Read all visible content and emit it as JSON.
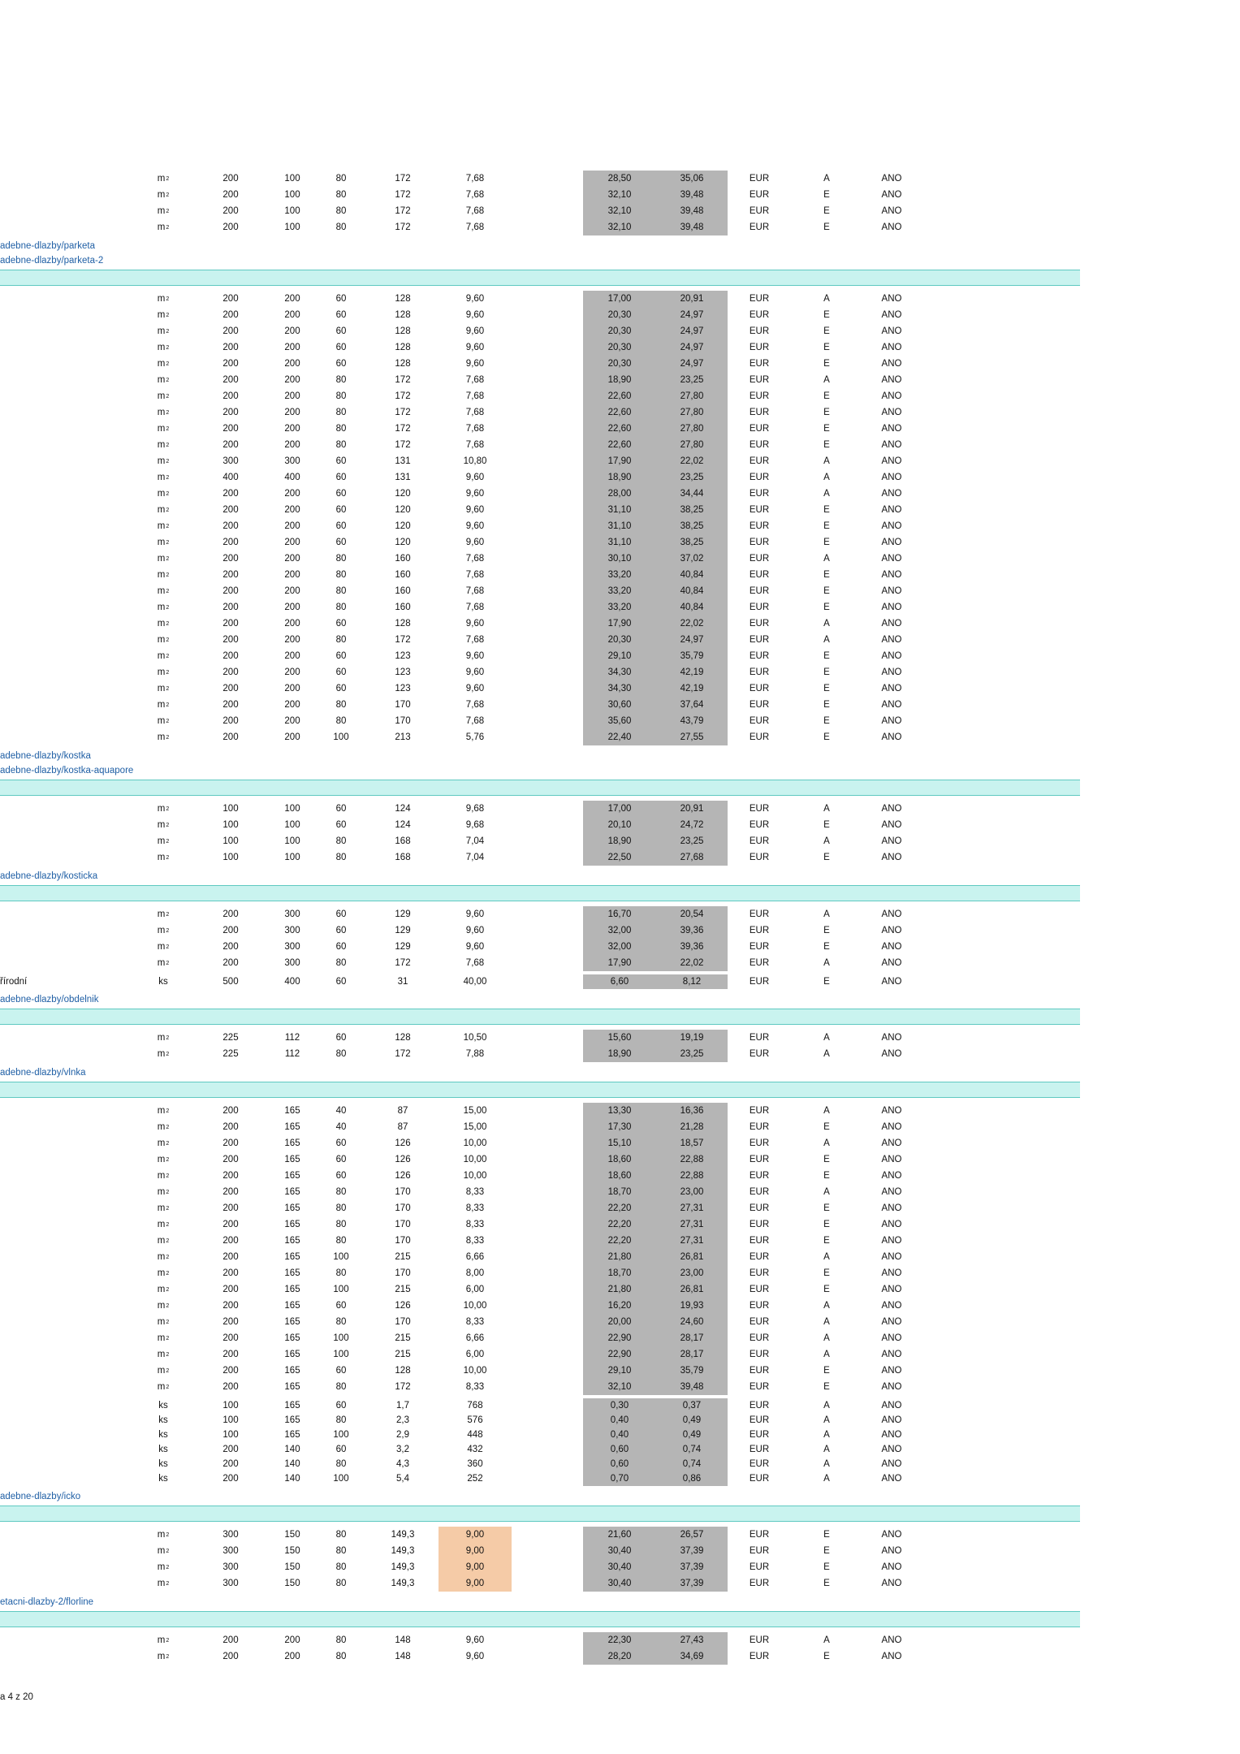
{
  "theme": {
    "band_fill": "#c9f3ef",
    "band_line": "#5fc9c1",
    "price_fill": "#b5b5b5",
    "highlight_fill": "#f5cba7",
    "link_color": "#1f5fa5"
  },
  "groups": [
    {
      "rows": [
        [
          "m2",
          "200",
          "100",
          "80",
          "172",
          "7,68",
          "28,50",
          "35,06",
          "EUR",
          "A",
          "ANO"
        ],
        [
          "m2",
          "200",
          "100",
          "80",
          "172",
          "7,68",
          "32,10",
          "39,48",
          "EUR",
          "E",
          "ANO"
        ],
        [
          "m2",
          "200",
          "100",
          "80",
          "172",
          "7,68",
          "32,10",
          "39,48",
          "EUR",
          "E",
          "ANO"
        ],
        [
          "m2",
          "200",
          "100",
          "80",
          "172",
          "7,68",
          "32,10",
          "39,48",
          "EUR",
          "E",
          "ANO"
        ]
      ]
    },
    {
      "links": [
        "adebne-dlazby/parketa",
        "adebne-dlazby/parketa-2"
      ],
      "band": true,
      "rows": [
        [
          "m2",
          "200",
          "200",
          "60",
          "128",
          "9,60",
          "17,00",
          "20,91",
          "EUR",
          "A",
          "ANO"
        ],
        [
          "m2",
          "200",
          "200",
          "60",
          "128",
          "9,60",
          "20,30",
          "24,97",
          "EUR",
          "E",
          "ANO"
        ],
        [
          "m2",
          "200",
          "200",
          "60",
          "128",
          "9,60",
          "20,30",
          "24,97",
          "EUR",
          "E",
          "ANO"
        ],
        [
          "m2",
          "200",
          "200",
          "60",
          "128",
          "9,60",
          "20,30",
          "24,97",
          "EUR",
          "E",
          "ANO"
        ],
        [
          "m2",
          "200",
          "200",
          "60",
          "128",
          "9,60",
          "20,30",
          "24,97",
          "EUR",
          "E",
          "ANO"
        ],
        [
          "m2",
          "200",
          "200",
          "80",
          "172",
          "7,68",
          "18,90",
          "23,25",
          "EUR",
          "A",
          "ANO"
        ],
        [
          "m2",
          "200",
          "200",
          "80",
          "172",
          "7,68",
          "22,60",
          "27,80",
          "EUR",
          "E",
          "ANO"
        ],
        [
          "m2",
          "200",
          "200",
          "80",
          "172",
          "7,68",
          "22,60",
          "27,80",
          "EUR",
          "E",
          "ANO"
        ],
        [
          "m2",
          "200",
          "200",
          "80",
          "172",
          "7,68",
          "22,60",
          "27,80",
          "EUR",
          "E",
          "ANO"
        ],
        [
          "m2",
          "200",
          "200",
          "80",
          "172",
          "7,68",
          "22,60",
          "27,80",
          "EUR",
          "E",
          "ANO"
        ],
        [
          "m2",
          "300",
          "300",
          "60",
          "131",
          "10,80",
          "17,90",
          "22,02",
          "EUR",
          "A",
          "ANO"
        ],
        [
          "m2",
          "400",
          "400",
          "60",
          "131",
          "9,60",
          "18,90",
          "23,25",
          "EUR",
          "A",
          "ANO"
        ],
        [
          "m2",
          "200",
          "200",
          "60",
          "120",
          "9,60",
          "28,00",
          "34,44",
          "EUR",
          "A",
          "ANO"
        ],
        [
          "m2",
          "200",
          "200",
          "60",
          "120",
          "9,60",
          "31,10",
          "38,25",
          "EUR",
          "E",
          "ANO"
        ],
        [
          "m2",
          "200",
          "200",
          "60",
          "120",
          "9,60",
          "31,10",
          "38,25",
          "EUR",
          "E",
          "ANO"
        ],
        [
          "m2",
          "200",
          "200",
          "60",
          "120",
          "9,60",
          "31,10",
          "38,25",
          "EUR",
          "E",
          "ANO"
        ],
        [
          "m2",
          "200",
          "200",
          "80",
          "160",
          "7,68",
          "30,10",
          "37,02",
          "EUR",
          "A",
          "ANO"
        ],
        [
          "m2",
          "200",
          "200",
          "80",
          "160",
          "7,68",
          "33,20",
          "40,84",
          "EUR",
          "E",
          "ANO"
        ],
        [
          "m2",
          "200",
          "200",
          "80",
          "160",
          "7,68",
          "33,20",
          "40,84",
          "EUR",
          "E",
          "ANO"
        ],
        [
          "m2",
          "200",
          "200",
          "80",
          "160",
          "7,68",
          "33,20",
          "40,84",
          "EUR",
          "E",
          "ANO"
        ],
        [
          "m2",
          "200",
          "200",
          "60",
          "128",
          "9,60",
          "17,90",
          "22,02",
          "EUR",
          "A",
          "ANO"
        ],
        [
          "m2",
          "200",
          "200",
          "80",
          "172",
          "7,68",
          "20,30",
          "24,97",
          "EUR",
          "A",
          "ANO"
        ],
        [
          "m2",
          "200",
          "200",
          "60",
          "123",
          "9,60",
          "29,10",
          "35,79",
          "EUR",
          "E",
          "ANO"
        ],
        [
          "m2",
          "200",
          "200",
          "60",
          "123",
          "9,60",
          "34,30",
          "42,19",
          "EUR",
          "E",
          "ANO"
        ],
        [
          "m2",
          "200",
          "200",
          "60",
          "123",
          "9,60",
          "34,30",
          "42,19",
          "EUR",
          "E",
          "ANO"
        ],
        [
          "m2",
          "200",
          "200",
          "80",
          "170",
          "7,68",
          "30,60",
          "37,64",
          "EUR",
          "E",
          "ANO"
        ],
        [
          "m2",
          "200",
          "200",
          "80",
          "170",
          "7,68",
          "35,60",
          "43,79",
          "EUR",
          "E",
          "ANO"
        ],
        [
          "m2",
          "200",
          "200",
          "100",
          "213",
          "5,76",
          "22,40",
          "27,55",
          "EUR",
          "E",
          "ANO"
        ]
      ]
    },
    {
      "links": [
        "adebne-dlazby/kostka",
        "adebne-dlazby/kostka-aquapore"
      ],
      "band": true,
      "rows": [
        [
          "m2",
          "100",
          "100",
          "60",
          "124",
          "9,68",
          "17,00",
          "20,91",
          "EUR",
          "A",
          "ANO"
        ],
        [
          "m2",
          "100",
          "100",
          "60",
          "124",
          "9,68",
          "20,10",
          "24,72",
          "EUR",
          "E",
          "ANO"
        ],
        [
          "m2",
          "100",
          "100",
          "80",
          "168",
          "7,04",
          "18,90",
          "23,25",
          "EUR",
          "A",
          "ANO"
        ],
        [
          "m2",
          "100",
          "100",
          "80",
          "168",
          "7,04",
          "22,50",
          "27,68",
          "EUR",
          "E",
          "ANO"
        ]
      ]
    },
    {
      "links": [
        "adebne-dlazby/kosticka"
      ],
      "band": true,
      "rows": [
        [
          "m2",
          "200",
          "300",
          "60",
          "129",
          "9,60",
          "16,70",
          "20,54",
          "EUR",
          "A",
          "ANO"
        ],
        [
          "m2",
          "200",
          "300",
          "60",
          "129",
          "9,60",
          "32,00",
          "39,36",
          "EUR",
          "E",
          "ANO"
        ],
        [
          "m2",
          "200",
          "300",
          "60",
          "129",
          "9,60",
          "32,00",
          "39,36",
          "EUR",
          "E",
          "ANO"
        ],
        [
          "m2",
          "200",
          "300",
          "80",
          "172",
          "7,68",
          "17,90",
          "22,02",
          "EUR",
          "A",
          "ANO"
        ]
      ]
    },
    {
      "label": "řírodní",
      "compact": true,
      "rows": [
        [
          "ks",
          "500",
          "400",
          "60",
          "31",
          "40,00",
          "6,60",
          "8,12",
          "EUR",
          "E",
          "ANO"
        ]
      ]
    },
    {
      "links": [
        "adebne-dlazby/obdelnik"
      ],
      "band": true,
      "rows": [
        [
          "m2",
          "225",
          "112",
          "60",
          "128",
          "10,50",
          "15,60",
          "19,19",
          "EUR",
          "A",
          "ANO"
        ],
        [
          "m2",
          "225",
          "112",
          "80",
          "172",
          "7,88",
          "18,90",
          "23,25",
          "EUR",
          "A",
          "ANO"
        ]
      ]
    },
    {
      "links": [
        "adebne-dlazby/vlnka"
      ],
      "band": true,
      "rows": [
        [
          "m2",
          "200",
          "165",
          "40",
          "87",
          "15,00",
          "13,30",
          "16,36",
          "EUR",
          "A",
          "ANO"
        ],
        [
          "m2",
          "200",
          "165",
          "40",
          "87",
          "15,00",
          "17,30",
          "21,28",
          "EUR",
          "E",
          "ANO"
        ],
        [
          "m2",
          "200",
          "165",
          "60",
          "126",
          "10,00",
          "15,10",
          "18,57",
          "EUR",
          "A",
          "ANO"
        ],
        [
          "m2",
          "200",
          "165",
          "60",
          "126",
          "10,00",
          "18,60",
          "22,88",
          "EUR",
          "E",
          "ANO"
        ],
        [
          "m2",
          "200",
          "165",
          "60",
          "126",
          "10,00",
          "18,60",
          "22,88",
          "EUR",
          "E",
          "ANO"
        ],
        [
          "m2",
          "200",
          "165",
          "80",
          "170",
          "8,33",
          "18,70",
          "23,00",
          "EUR",
          "A",
          "ANO"
        ],
        [
          "m2",
          "200",
          "165",
          "80",
          "170",
          "8,33",
          "22,20",
          "27,31",
          "EUR",
          "E",
          "ANO"
        ],
        [
          "m2",
          "200",
          "165",
          "80",
          "170",
          "8,33",
          "22,20",
          "27,31",
          "EUR",
          "E",
          "ANO"
        ],
        [
          "m2",
          "200",
          "165",
          "80",
          "170",
          "8,33",
          "22,20",
          "27,31",
          "EUR",
          "E",
          "ANO"
        ],
        [
          "m2",
          "200",
          "165",
          "100",
          "215",
          "6,66",
          "21,80",
          "26,81",
          "EUR",
          "A",
          "ANO"
        ],
        [
          "m2",
          "200",
          "165",
          "80",
          "170",
          "8,00",
          "18,70",
          "23,00",
          "EUR",
          "E",
          "ANO"
        ],
        [
          "m2",
          "200",
          "165",
          "100",
          "215",
          "6,00",
          "21,80",
          "26,81",
          "EUR",
          "E",
          "ANO"
        ],
        [
          "m2",
          "200",
          "165",
          "60",
          "126",
          "10,00",
          "16,20",
          "19,93",
          "EUR",
          "A",
          "ANO"
        ],
        [
          "m2",
          "200",
          "165",
          "80",
          "170",
          "8,33",
          "20,00",
          "24,60",
          "EUR",
          "A",
          "ANO"
        ],
        [
          "m2",
          "200",
          "165",
          "100",
          "215",
          "6,66",
          "22,90",
          "28,17",
          "EUR",
          "A",
          "ANO"
        ],
        [
          "m2",
          "200",
          "165",
          "100",
          "215",
          "6,00",
          "22,90",
          "28,17",
          "EUR",
          "A",
          "ANO"
        ],
        [
          "m2",
          "200",
          "165",
          "60",
          "128",
          "10,00",
          "29,10",
          "35,79",
          "EUR",
          "E",
          "ANO"
        ],
        [
          "m2",
          "200",
          "165",
          "80",
          "172",
          "8,33",
          "32,10",
          "39,48",
          "EUR",
          "E",
          "ANO"
        ]
      ]
    },
    {
      "compact": true,
      "rows": [
        [
          "ks",
          "100",
          "165",
          "60",
          "1,7",
          "768",
          "0,30",
          "0,37",
          "EUR",
          "A",
          "ANO"
        ],
        [
          "ks",
          "100",
          "165",
          "80",
          "2,3",
          "576",
          "0,40",
          "0,49",
          "EUR",
          "A",
          "ANO"
        ],
        [
          "ks",
          "100",
          "165",
          "100",
          "2,9",
          "448",
          "0,40",
          "0,49",
          "EUR",
          "A",
          "ANO"
        ],
        [
          "ks",
          "200",
          "140",
          "60",
          "3,2",
          "432",
          "0,60",
          "0,74",
          "EUR",
          "A",
          "ANO"
        ],
        [
          "ks",
          "200",
          "140",
          "80",
          "4,3",
          "360",
          "0,60",
          "0,74",
          "EUR",
          "A",
          "ANO"
        ],
        [
          "ks",
          "200",
          "140",
          "100",
          "5,4",
          "252",
          "0,70",
          "0,86",
          "EUR",
          "A",
          "ANO"
        ]
      ]
    },
    {
      "links": [
        "adebne-dlazby/icko"
      ],
      "band": true,
      "highlight_coverage": true,
      "rows": [
        [
          "m2",
          "300",
          "150",
          "80",
          "149,3",
          "9,00",
          "21,60",
          "26,57",
          "EUR",
          "E",
          "ANO"
        ],
        [
          "m2",
          "300",
          "150",
          "80",
          "149,3",
          "9,00",
          "30,40",
          "37,39",
          "EUR",
          "E",
          "ANO"
        ],
        [
          "m2",
          "300",
          "150",
          "80",
          "149,3",
          "9,00",
          "30,40",
          "37,39",
          "EUR",
          "E",
          "ANO"
        ],
        [
          "m2",
          "300",
          "150",
          "80",
          "149,3",
          "9,00",
          "30,40",
          "37,39",
          "EUR",
          "E",
          "ANO"
        ]
      ]
    },
    {
      "links": [
        "etacni-dlazby-2/florline"
      ],
      "band": true,
      "rows": [
        [
          "m2",
          "200",
          "200",
          "80",
          "148",
          "9,60",
          "22,30",
          "27,43",
          "EUR",
          "A",
          "ANO"
        ],
        [
          "m2",
          "200",
          "200",
          "80",
          "148",
          "9,60",
          "28,20",
          "34,69",
          "EUR",
          "E",
          "ANO"
        ]
      ]
    }
  ],
  "footer": {
    "page_text": "a 4 z 20"
  }
}
